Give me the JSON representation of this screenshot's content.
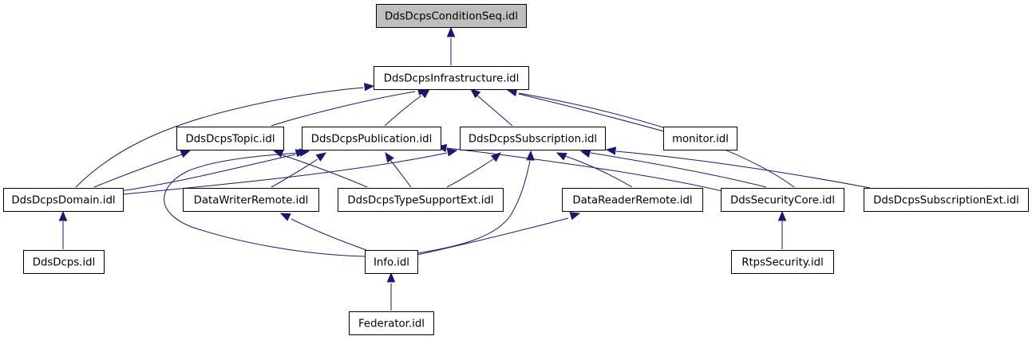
{
  "graph": {
    "edge_color": "#191970",
    "root_fill": "#bfbfbf",
    "nodes": [
      {
        "id": "condseq",
        "label": "DdsDcpsConditionSeq.idl",
        "root": true
      },
      {
        "id": "infra",
        "label": "DdsDcpsInfrastructure.idl"
      },
      {
        "id": "topic",
        "label": "DdsDcpsTopic.idl"
      },
      {
        "id": "pub",
        "label": "DdsDcpsPublication.idl"
      },
      {
        "id": "sub",
        "label": "DdsDcpsSubscription.idl"
      },
      {
        "id": "monitor",
        "label": "monitor.idl"
      },
      {
        "id": "domain",
        "label": "DdsDcpsDomain.idl"
      },
      {
        "id": "dwr",
        "label": "DataWriterRemote.idl"
      },
      {
        "id": "tse",
        "label": "DdsDcpsTypeSupportExt.idl"
      },
      {
        "id": "drr",
        "label": "DataReaderRemote.idl"
      },
      {
        "id": "seccore",
        "label": "DdsSecurityCore.idl"
      },
      {
        "id": "subext",
        "label": "DdsDcpsSubscriptionExt.idl"
      },
      {
        "id": "dcps",
        "label": "DdsDcps.idl"
      },
      {
        "id": "info",
        "label": "Info.idl"
      },
      {
        "id": "rtps",
        "label": "RtpsSecurity.idl"
      },
      {
        "id": "fed",
        "label": "Federator.idl"
      }
    ],
    "edges": [
      {
        "from": "infra",
        "to": "condseq"
      },
      {
        "from": "topic",
        "to": "infra"
      },
      {
        "from": "pub",
        "to": "infra"
      },
      {
        "from": "sub",
        "to": "infra"
      },
      {
        "from": "monitor",
        "to": "infra"
      },
      {
        "from": "domain",
        "to": "infra"
      },
      {
        "from": "seccore",
        "to": "infra"
      },
      {
        "from": "domain",
        "to": "topic"
      },
      {
        "from": "tse",
        "to": "topic"
      },
      {
        "from": "domain",
        "to": "pub"
      },
      {
        "from": "dwr",
        "to": "pub"
      },
      {
        "from": "tse",
        "to": "pub"
      },
      {
        "from": "info",
        "to": "pub"
      },
      {
        "from": "seccore",
        "to": "pub"
      },
      {
        "from": "domain",
        "to": "sub"
      },
      {
        "from": "tse",
        "to": "sub"
      },
      {
        "from": "drr",
        "to": "sub"
      },
      {
        "from": "seccore",
        "to": "sub"
      },
      {
        "from": "subext",
        "to": "sub"
      },
      {
        "from": "info",
        "to": "sub"
      },
      {
        "from": "dcps",
        "to": "domain"
      },
      {
        "from": "info",
        "to": "dwr"
      },
      {
        "from": "info",
        "to": "drr"
      },
      {
        "from": "rtps",
        "to": "seccore"
      },
      {
        "from": "fed",
        "to": "info"
      }
    ]
  }
}
